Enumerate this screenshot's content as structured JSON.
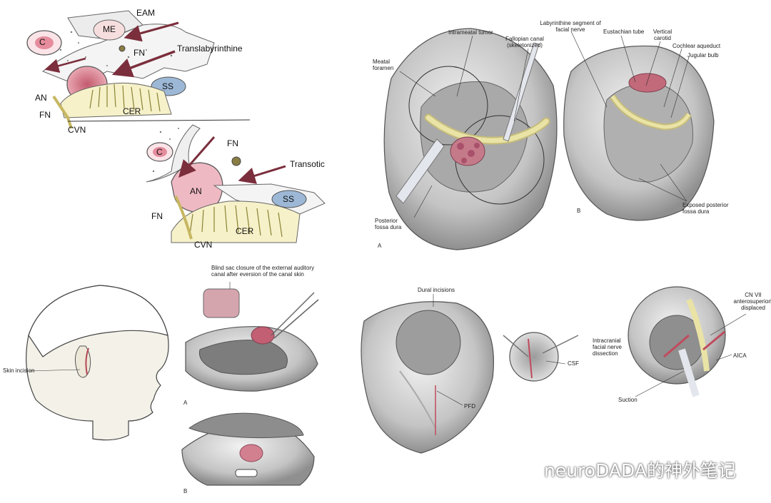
{
  "left_top": {
    "labels": {
      "eam": "EAM",
      "me": "ME",
      "c1": "C",
      "fn1": "FN",
      "translab": "Translabyrinthine",
      "an1": "AN",
      "fn2": "FN",
      "ss1": "SS",
      "cer1": "CER",
      "cvn1": "CVN",
      "c2": "C",
      "fn3": "FN",
      "transotic": "Transotic",
      "an2": "AN",
      "ss2": "SS",
      "fn4": "FN",
      "cer2": "CER",
      "cvn2": "CVN"
    }
  },
  "right_top": {
    "labels": {
      "intrameatal": "Intrameatal tumor",
      "fallopian": "Fallopian canal (skeletonized)",
      "labyrinthine": "Labyrinthine segment of facial nerve",
      "eustachian": "Eustachian tube",
      "vertical_carotid": "Vertical carotid",
      "cochlear": "Cochlear aqueduct",
      "jugular": "Jugular bulb",
      "meatal": "Meatal foramen",
      "posterior_dura": "Posterior fossa dura",
      "exposed_dura": "Exposed posterior fossa dura",
      "panel_a": "A",
      "panel_b": "B"
    }
  },
  "left_bottom": {
    "labels": {
      "skin_incision": "Skin incision",
      "blind_sac": "Blind sac closure of the external auditory canal after eversion of the canal skin",
      "panel_a": "A",
      "panel_b": "B"
    }
  },
  "right_bottom": {
    "labels": {
      "dural_incisions": "Dural incisions",
      "csf": "CSF",
      "pfd": "PFD",
      "intracranial": "Intracranial facial nerve dissection",
      "cn7": "CN VII anterosuperiorly displaced",
      "aica": "AICA",
      "suction": "Suction"
    }
  },
  "watermark": {
    "text": "neuroDADA的神外笔记"
  },
  "colors": {
    "lesion": "#d98a97",
    "lesion_dark": "#b9586c",
    "cochlea_blue": "#9cb8d6",
    "nerve_yellow": "#e9e3a6",
    "arrow": "#7b2e3c",
    "sketch": "#555555",
    "shade": "#b8b8b8"
  }
}
